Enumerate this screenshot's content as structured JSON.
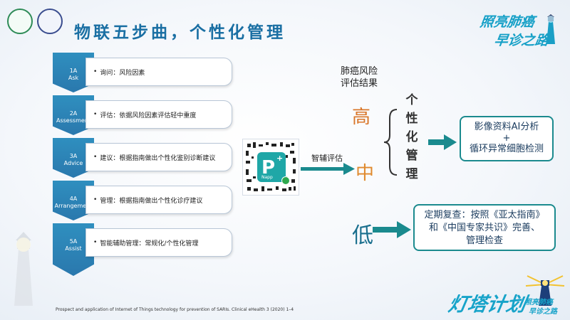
{
  "title": "物联五步曲，个性化管理",
  "brand_top": {
    "line1": "照亮肺癌",
    "line2": "早诊之路"
  },
  "steps": [
    {
      "code": "1A",
      "name": "Ask",
      "text": "询问：风险因素"
    },
    {
      "code": "2A",
      "name": "Assessment",
      "text": "评估：依据风险因素评估轻中重度"
    },
    {
      "code": "3A",
      "name": "Advice",
      "text": "建议：根据指南做出个性化鉴别诊断建议"
    },
    {
      "code": "4A",
      "name": "Arrangement",
      "text": "管理：根据指南做出个性化诊疗建议"
    },
    {
      "code": "5A",
      "name": "Assist",
      "text": "智能辅助管理：常规化/个性化管理"
    }
  ],
  "bullet": "•",
  "qr": {
    "brand": "Napp"
  },
  "assess_label": "智辅评估",
  "risk_header": {
    "line1": "肺癌风险",
    "line2": "评估结果"
  },
  "levels": {
    "high": "高",
    "mid": "中",
    "low": "低"
  },
  "individual_mgmt": [
    "个",
    "性",
    "化",
    "管",
    "理"
  ],
  "result_high_mid": {
    "line1": "影像资料AI分析",
    "line2": "+",
    "line3": "循环异常细胞检测"
  },
  "result_low": {
    "line1": "定期复查：按照《亚太指南》",
    "line2": "和《中国专家共识》完善、",
    "line3": "管理检查"
  },
  "citation": "Prospect and application of Internet of Things technology for prevention of SARIs. Clinical eHealth 3 (2020) 1–4",
  "brand_bottom": {
    "main": "灯塔计划",
    "line1": "照亮肺癌",
    "line2": "早诊之路"
  },
  "colors": {
    "accent": "#1a6fa3",
    "step_blue": "#2a78ad",
    "teal": "#1b8a8e",
    "orange": "#e08a2e",
    "high_orange": "#d9772a"
  }
}
